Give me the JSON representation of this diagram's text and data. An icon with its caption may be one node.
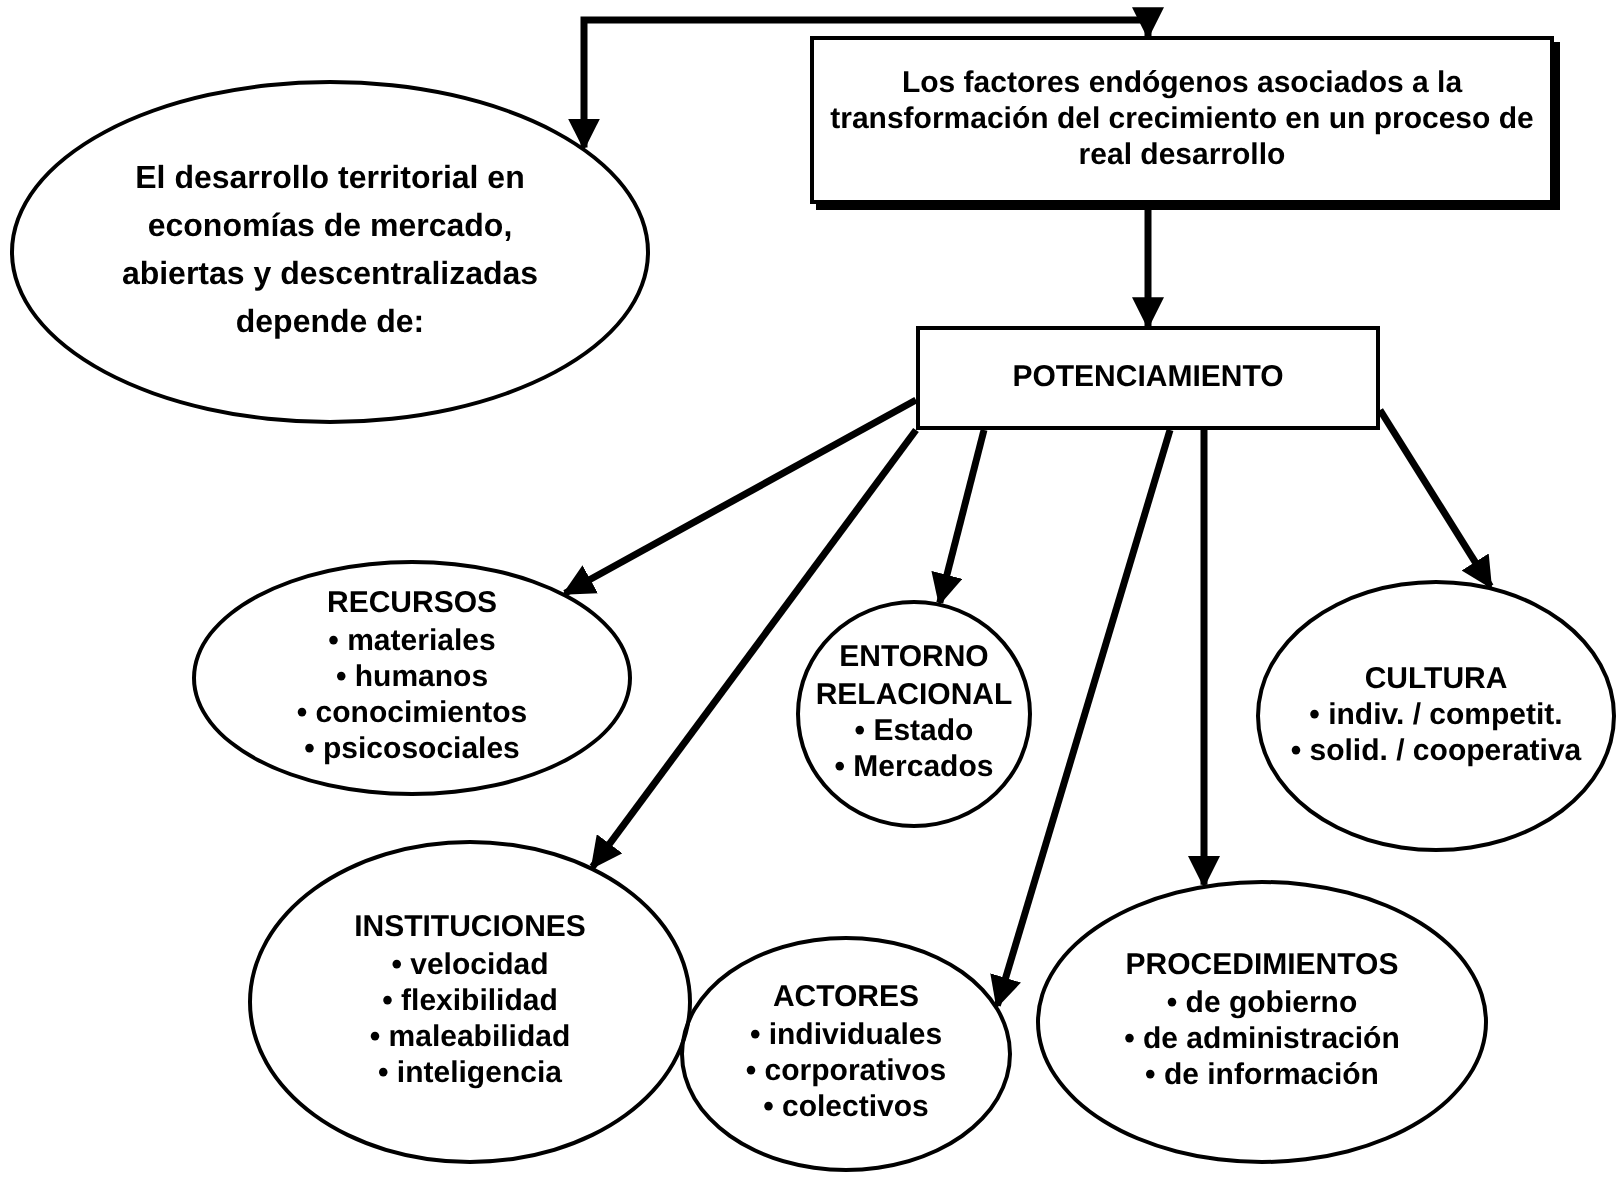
{
  "diagram": {
    "nodes": [
      {
        "text": [
          "El desarrollo territorial en economías de mercado, abiertas y descentralizadas depende de:"
        ]
      },
      {
        "text": [
          "Los factores endógenos asociados a la transformación del crecimiento en un proceso de real desarrollo"
        ]
      },
      {
        "text": [
          "POTENCIAMIENTO"
        ]
      },
      {
        "text": [
          "RECURSOS",
          "• materiales",
          "• humanos",
          "• conocimientos",
          "• psicosociales"
        ]
      },
      {
        "text": [
          "ENTORNO RELACIONAL",
          "• Estado",
          "• Mercados"
        ]
      },
      {
        "text": [
          "CULTURA",
          "• indiv. / competit.",
          "• solid. / cooperativa"
        ]
      },
      {
        "text": [
          "INSTITUCIONES",
          "• velocidad",
          "• flexibilidad",
          "• maleabilidad",
          "• inteligencia"
        ]
      },
      {
        "text": [
          "ACTORES",
          "• individuales",
          "• corporativos",
          "• colectivos"
        ]
      },
      {
        "text": [
          "PROCEDIMIENTOS",
          "• de gobierno",
          "• de administración",
          "• de información"
        ]
      }
    ],
    "edges": [
      {
        "from": 0,
        "to": 1,
        "arrow": "both"
      },
      {
        "from": 1,
        "to": 2,
        "arrow": "to"
      },
      {
        "from": 2,
        "to": 3,
        "arrow": "to"
      },
      {
        "from": 2,
        "to": 6,
        "arrow": "to"
      },
      {
        "from": 2,
        "to": 4,
        "arrow": "to"
      },
      {
        "from": 2,
        "to": 7,
        "arrow": "to"
      },
      {
        "from": 2,
        "to": 8,
        "arrow": "to"
      },
      {
        "from": 2,
        "to": 5,
        "arrow": "to"
      }
    ]
  }
}
